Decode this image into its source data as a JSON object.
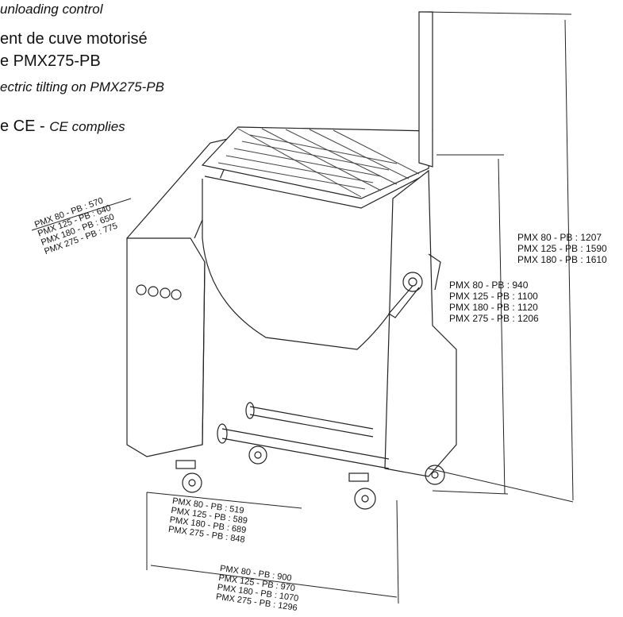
{
  "header": {
    "line1": "unloading control",
    "line2": "ent de cuve motorisé",
    "line3": "e PMX275-PB",
    "line4": "ectric tilting on PMX275-PB",
    "line5_fr": "e CE - ",
    "line5_en": "CE complies"
  },
  "dimensions": {
    "depth_top": [
      "PMX 80 - PB : 570",
      "PMX 125 - PB : 640",
      "PMX 180 - PB : 650",
      "PMX 275 - PB : 775"
    ],
    "total_height": [
      "PMX 80 - PB : 1207",
      "PMX 125 - PB : 1590",
      "PMX 180 - PB : 1610"
    ],
    "tank_height": [
      "PMX 80 - PB : 940",
      "PMX 125 - PB : 1100",
      "PMX 180 - PB : 1120",
      "PMX 275 - PB : 1206"
    ],
    "width_depth": [
      "PMX 80 - PB : 519",
      "PMX 125 - PB : 589",
      "PMX 180 - PB : 689",
      "PMX 275 - PB : 848"
    ],
    "length": [
      "PMX 80 - PB : 900",
      "PMX 125 - PB : 970",
      "PMX 180 - PB : 1070",
      "PMX 275 - PB : 1296"
    ]
  }
}
